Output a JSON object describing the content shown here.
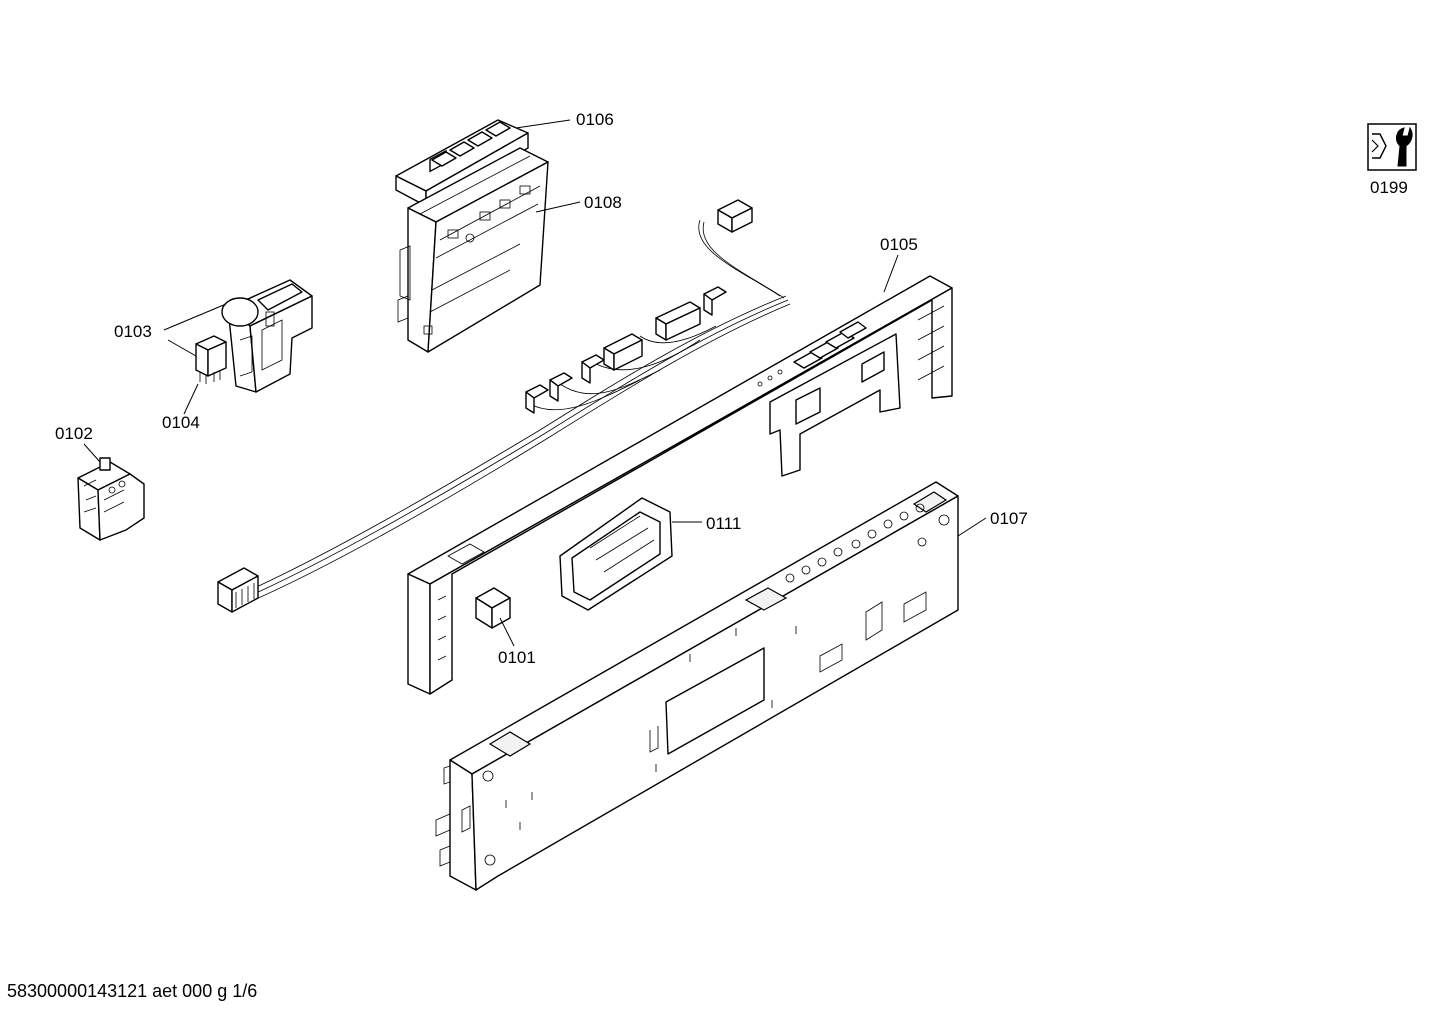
{
  "diagram": {
    "callouts": {
      "c0106": "0106",
      "c0108": "0108",
      "c0105": "0105",
      "c0103": "0103",
      "c0104": "0104",
      "c0102": "0102",
      "c0111": "0111",
      "c0107": "0107",
      "c0101": "0101",
      "c0199": "0199"
    }
  },
  "footer": {
    "doc_code": "58300000143121 aet 000 g 1/6"
  },
  "icons": {
    "service": "wrench-screw-icon"
  }
}
